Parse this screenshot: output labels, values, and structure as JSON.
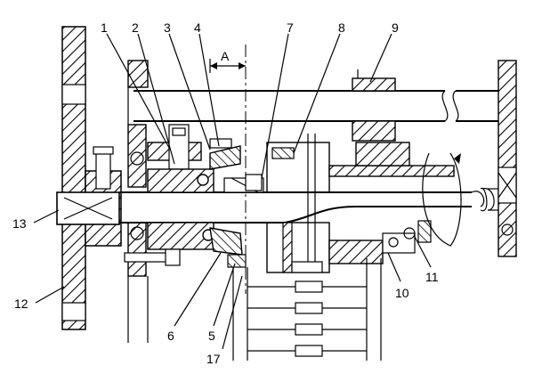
{
  "callouts": [
    {
      "id": "1",
      "text": "1"
    },
    {
      "id": "2",
      "text": "2"
    },
    {
      "id": "3",
      "text": "3"
    },
    {
      "id": "4",
      "text": "4"
    },
    {
      "id": "7",
      "text": "7"
    },
    {
      "id": "8",
      "text": "8"
    },
    {
      "id": "9",
      "text": "9"
    },
    {
      "id": "13",
      "text": "13"
    },
    {
      "id": "12",
      "text": "12"
    },
    {
      "id": "6",
      "text": "6"
    },
    {
      "id": "5",
      "text": "5"
    },
    {
      "id": "17",
      "text": "17"
    },
    {
      "id": "10",
      "text": "10"
    },
    {
      "id": "11",
      "text": "11"
    }
  ],
  "section_mark": "A"
}
